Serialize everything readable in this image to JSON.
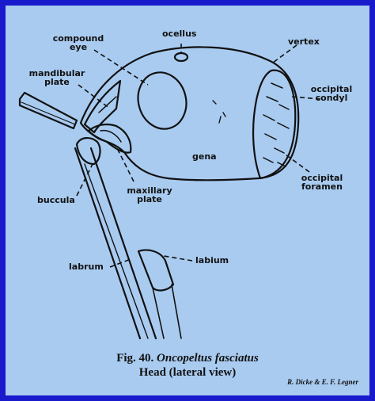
{
  "labels": {
    "compound_eye_1": "compound",
    "compound_eye_2": "eye",
    "ocellus": "ocellus",
    "vertex": "vertex",
    "mandibular_plate_1": "mandibular",
    "mandibular_plate_2": "plate",
    "occipital_condyl_1": "occipital",
    "occipital_condyl_2": "condyl",
    "gena": "gena",
    "occipital_foramen_1": "occipital",
    "occipital_foramen_2": "foramen",
    "buccula": "bucculа",
    "maxillary_plate_1": "maxillary",
    "maxillary_plate_2": "plate",
    "labrum": "labrum",
    "labium": "labium"
  },
  "caption": {
    "fig": "Fig. 40.",
    "species": "Oncopeltus fasciatus",
    "subtitle": "Head (lateral view)",
    "credit": "R. Dicke & E. F. Legner"
  },
  "colors": {
    "border": "#1a1acd",
    "background": "#a9cbf0",
    "ink": "#111111"
  }
}
